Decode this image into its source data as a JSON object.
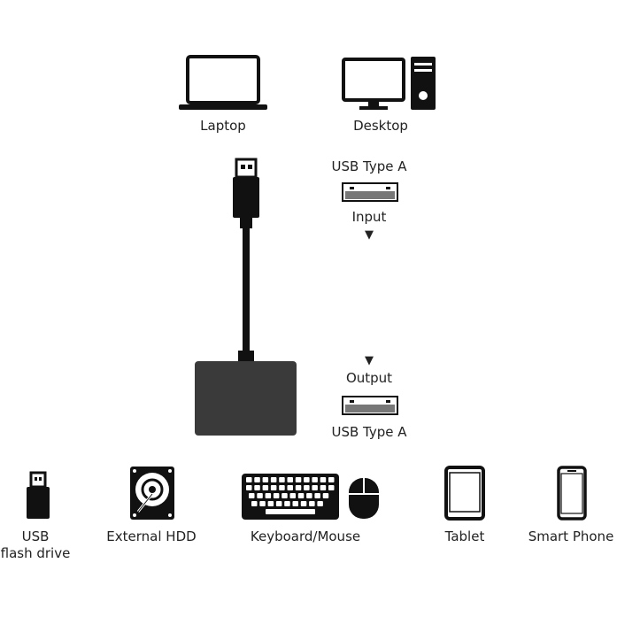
{
  "colors": {
    "ink": "#111111",
    "adapter": "#3a3a3a",
    "port": "#777777"
  },
  "hosts": [
    {
      "label": "Laptop",
      "icon": "laptop-icon"
    },
    {
      "label": "Desktop",
      "icon": "desktop-icon"
    }
  ],
  "input": {
    "type_label": "USB Type A",
    "direction_label": "Input",
    "arrow": "▼"
  },
  "output": {
    "type_label": "USB Type A",
    "direction_label": "Output",
    "arrow": "▼"
  },
  "devices": [
    {
      "label": "USB\nflash drive",
      "icon": "usb-flash-drive-icon"
    },
    {
      "label": "External HDD",
      "icon": "hdd-icon"
    },
    {
      "label": "Keyboard/Mouse",
      "icon": "keyboard-mouse-icon"
    },
    {
      "label": "Tablet",
      "icon": "tablet-icon"
    },
    {
      "label": "Smart Phone",
      "icon": "smartphone-icon"
    }
  ]
}
